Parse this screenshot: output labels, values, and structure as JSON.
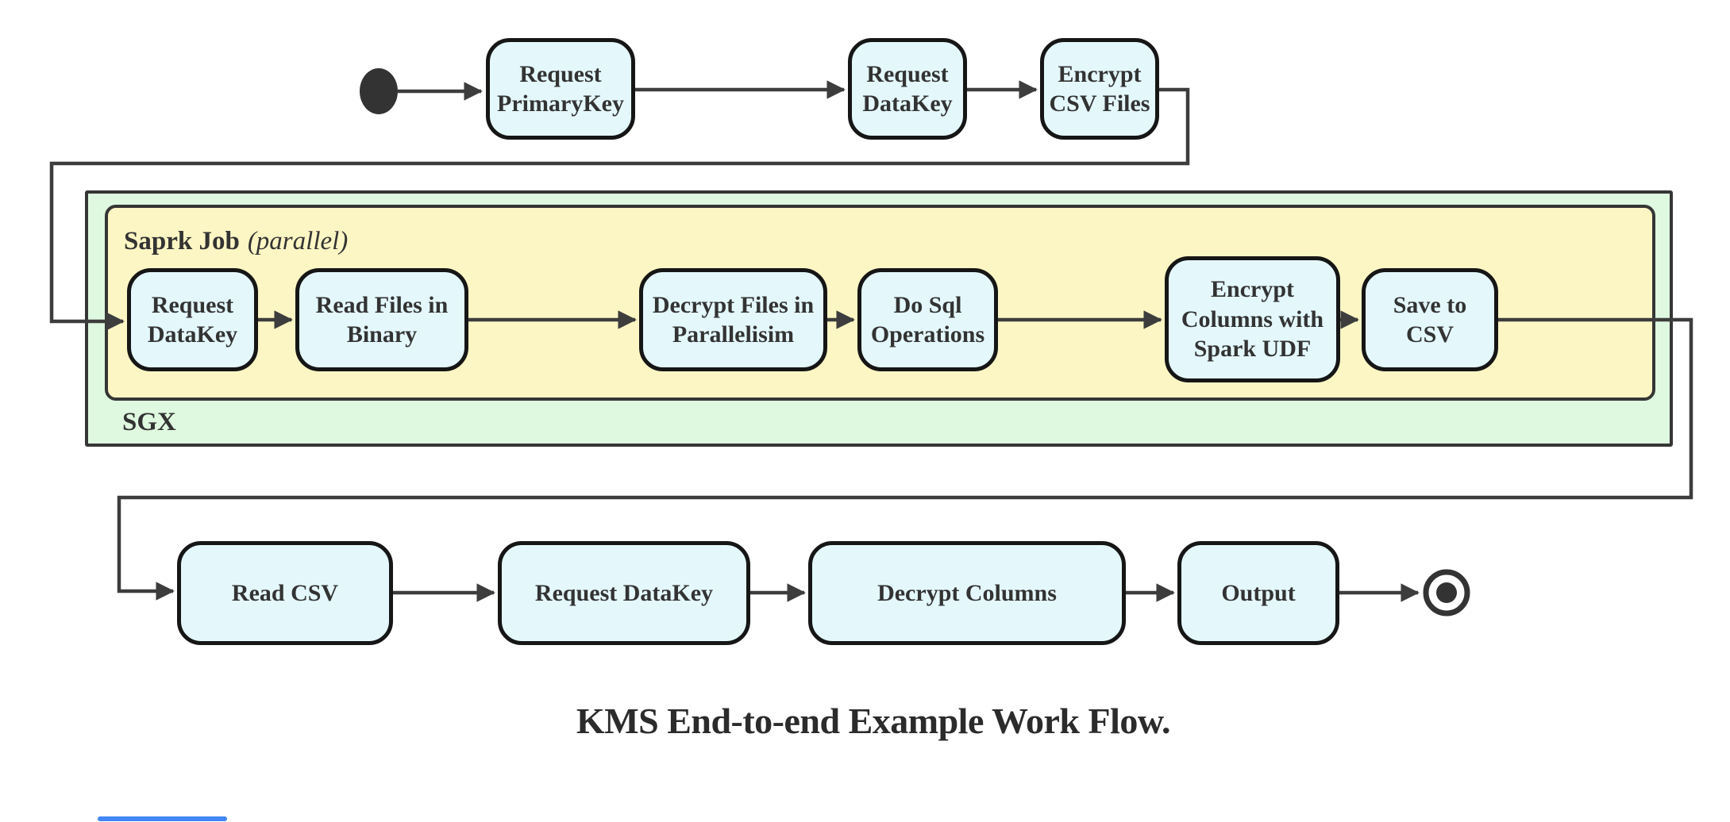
{
  "diagram": {
    "caption": "KMS End-to-end Example Work Flow.",
    "containers": {
      "sgx": {
        "label": "SGX"
      },
      "spark": {
        "label": "Saprk Job",
        "modifier": "(parallel)"
      }
    },
    "top_row": [
      {
        "id": "request-primarykey",
        "label": "Request PrimaryKey"
      },
      {
        "id": "request-datakey-top",
        "label": "Request DataKey"
      },
      {
        "id": "encrypt-csv-files",
        "label": "Encrypt CSV Files"
      }
    ],
    "spark_row": [
      {
        "id": "request-datakey-spark",
        "label": "Request DataKey"
      },
      {
        "id": "read-files-in-binary",
        "label": "Read Files in Binary"
      },
      {
        "id": "decrypt-files-in-parallelisim",
        "label": "Decrypt Files in Parallelisim"
      },
      {
        "id": "do-sql-operations",
        "label": "Do Sql Operations"
      },
      {
        "id": "encrypt-columns-with-spark-udf",
        "label": "Encrypt Columns with Spark UDF"
      },
      {
        "id": "save-to-csv",
        "label": "Save to CSV"
      }
    ],
    "bottom_row": [
      {
        "id": "read-csv",
        "label": "Read CSV"
      },
      {
        "id": "request-datakey-bottom",
        "label": "Request DataKey"
      },
      {
        "id": "decrypt-columns",
        "label": "Decrypt Columns"
      },
      {
        "id": "output",
        "label": "Output"
      }
    ],
    "colors": {
      "node_fill": "#e4f8fc",
      "node_border": "#161616",
      "sgx_fill": "#dff9e0",
      "spark_fill": "#fcf6c4",
      "container_border": "#363636",
      "edge": "#3d3d3d",
      "text": "#333333",
      "caption": "#2b2b2b",
      "start_end": "#333333",
      "scrollbar": "#4285f4"
    }
  }
}
